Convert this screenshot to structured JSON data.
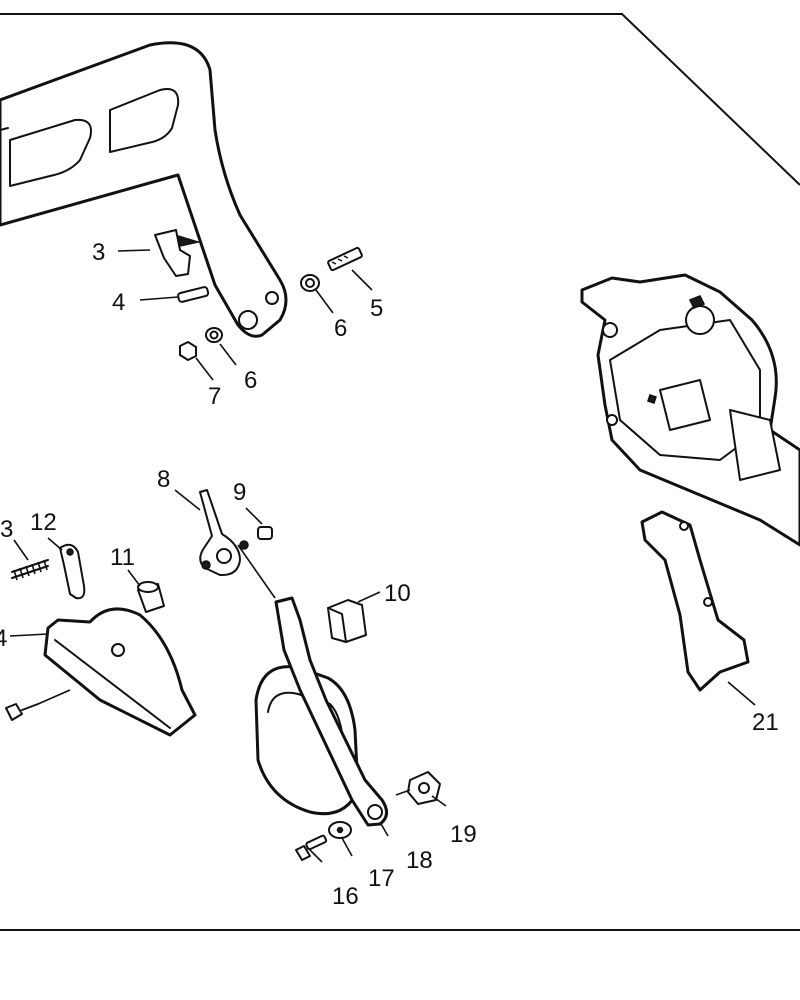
{
  "callouts": {
    "c3a": "3",
    "c4": "4",
    "c5": "5",
    "c6a": "6",
    "c6b": "6",
    "c7": "7",
    "c8": "8",
    "c9": "9",
    "c10": "10",
    "c11": "11",
    "c12": "12",
    "c13": "3",
    "c14": "4",
    "c16": "16",
    "c17": "17",
    "c18": "18",
    "c19": "19",
    "c21": "21"
  }
}
